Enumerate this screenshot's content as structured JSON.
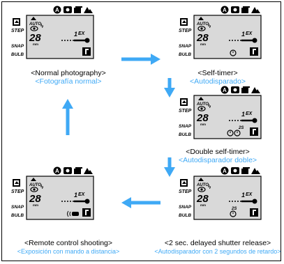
{
  "colors": {
    "accent": "#3fa9f5",
    "ink": "#000000"
  },
  "lcd": {
    "mode_icons": [
      "A",
      "flash-off",
      "continuous",
      "landscape"
    ],
    "step": "STEP",
    "auto": "AUTO",
    "frame_count": "28",
    "frame_unit": "mm",
    "flash": "ϟ",
    "ex_label": "EX",
    "ex_digit": "1",
    "snap": "SNAP",
    "bulb": "BULB",
    "timer2s": "2S"
  },
  "panels": [
    {
      "en": "<Normal photography>",
      "es": "<Fotografía normal>"
    },
    {
      "en": "<Self-timer>",
      "es": "<Autodisparado>"
    },
    {
      "en": "<Double self-timer>",
      "es": "<Autodisparador doble>"
    },
    {
      "en": "<2 sec. delayed shutter release>",
      "es": "<Autodisparador con 2 segundos de retardo>"
    },
    {
      "en": "<Remote control shooting>",
      "es": "<Exposición con mando a distancia>"
    }
  ]
}
